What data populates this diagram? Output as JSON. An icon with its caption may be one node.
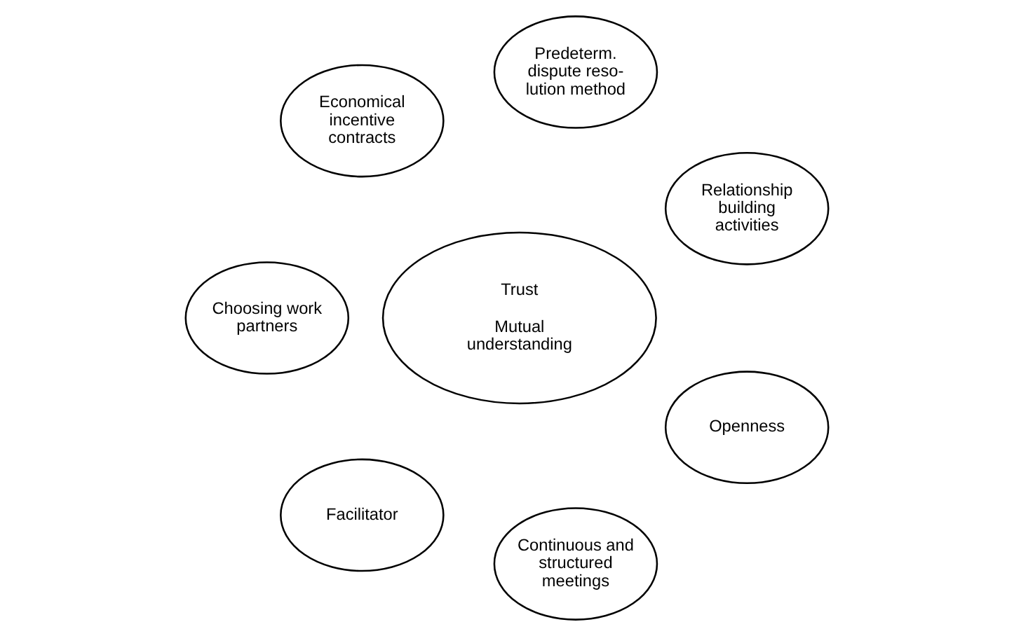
{
  "diagram": {
    "nodes": [
      {
        "text": [
          "Relationship building activities"
        ]
      },
      {
        "text": [
          "Predeterm. dispute reso- lution method"
        ]
      },
      {
        "text": [
          "Economical incentive contracts"
        ]
      },
      {
        "text": [
          "Trust",
          "Mutual understanding"
        ]
      },
      {
        "text": [
          "Choosing work partners"
        ]
      },
      {
        "text": [
          "Facilitator"
        ]
      },
      {
        "text": [
          "Continuous and structured meetings"
        ]
      },
      {
        "text": [
          "Openness"
        ]
      }
    ],
    "edges": []
  }
}
